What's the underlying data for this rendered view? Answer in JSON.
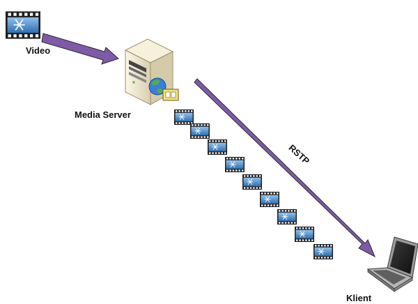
{
  "labels": {
    "video": "Video",
    "server": "Media Server",
    "protocol": "RSTP",
    "client": "Klient"
  },
  "icons": {
    "video_file": "film-strip-icon",
    "server": "tower-server-icon",
    "frames": "film-frame-icon",
    "client": "laptop-icon"
  },
  "colors": {
    "arrow": "#7e5aa8",
    "arrow_outline": "#2b2b2b",
    "film_frame": "#4a86c8",
    "film_border": "#2a2a2a",
    "server_body": "#efe5c8",
    "laptop_body": "#8c8c8c"
  },
  "frame_count": 9
}
